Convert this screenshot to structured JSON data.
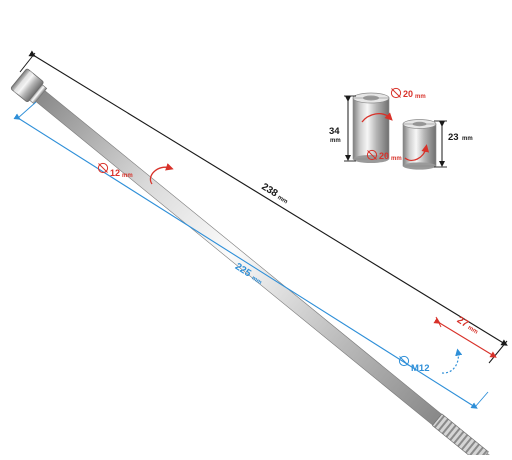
{
  "dimensions": {
    "overall_length": {
      "value": "238",
      "unit": "mm"
    },
    "shaft_length": {
      "value": "225",
      "unit": "mm"
    },
    "shaft_diameter": {
      "value": "12",
      "unit": "mm"
    },
    "thread_length": {
      "value": "27",
      "unit": "mm"
    },
    "thread_size": {
      "value": "M12"
    },
    "spacer_large_height": {
      "value": "34",
      "unit": "mm"
    },
    "spacer_large_diameter": {
      "value": "20",
      "unit": "mm"
    },
    "spacer_small_height": {
      "value": "23",
      "unit": "mm"
    },
    "spacer_small_diameter": {
      "value": "20",
      "unit": "mm"
    }
  },
  "colors": {
    "black_dim": "#1a1a1a",
    "blue_dim": "#2e8fd8",
    "red_dim": "#d8322a",
    "steel_light": "#f2f2f2",
    "steel_mid": "#c9c9c9",
    "steel_dark": "#8e8e8e"
  },
  "icons": {
    "diameter": "diameter-symbol-icon",
    "rotation": "rotation-arrow-icon"
  }
}
